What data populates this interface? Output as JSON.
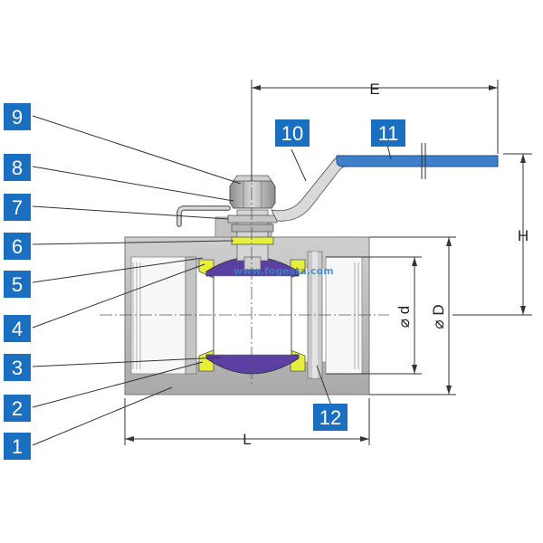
{
  "part_tags": [
    "1",
    "2",
    "3",
    "4",
    "5",
    "6",
    "7",
    "8",
    "9",
    "10",
    "11",
    "12"
  ],
  "dimensions": {
    "E": "E",
    "H": "H",
    "L": "L",
    "d": "⌀ d",
    "D": "⌀ D"
  },
  "watermark": "www.fogesta.com",
  "colors": {
    "body": "#bdbdbd",
    "body_dark": "#9a9a9a",
    "seat": "#e6ef3c",
    "ball": "#5b3fa3",
    "handle_sleeve": "#3d7fc9",
    "tag": "#1a6fc0"
  }
}
